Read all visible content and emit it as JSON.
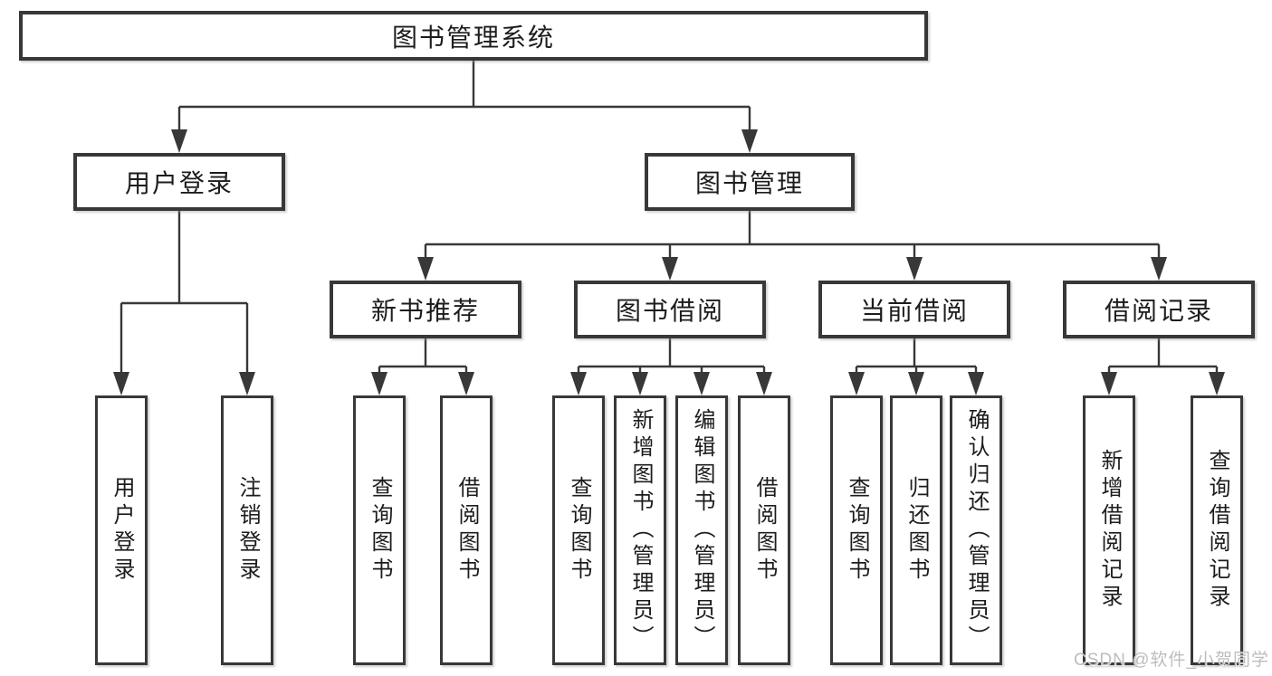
{
  "diagram": {
    "title": "图书管理系统",
    "type": "tree",
    "line_color": "#383838",
    "text_color": "#1c1c1c",
    "background": "#ffffff",
    "tree": {
      "label": "图书管理系统",
      "children": [
        {
          "label": "用户登录",
          "children": [
            {
              "label": "用户登录"
            },
            {
              "label": "注销登录"
            }
          ]
        },
        {
          "label": "图书管理",
          "children": [
            {
              "label": "新书推荐",
              "children": [
                {
                  "label": "查询图书"
                },
                {
                  "label": "借阅图书"
                }
              ]
            },
            {
              "label": "图书借阅",
              "children": [
                {
                  "label": "查询图书"
                },
                {
                  "label": "新增图书（管理员）"
                },
                {
                  "label": "编辑图书（管理员）"
                },
                {
                  "label": "借阅图书"
                }
              ]
            },
            {
              "label": "当前借阅",
              "children": [
                {
                  "label": "查询图书"
                },
                {
                  "label": "归还图书"
                },
                {
                  "label": "确认归还（管理员）"
                }
              ]
            },
            {
              "label": "借阅记录",
              "children": [
                {
                  "label": "新增借阅记录"
                },
                {
                  "label": "查询借阅记录"
                }
              ]
            }
          ]
        }
      ]
    }
  },
  "watermark": {
    "text": "CSDN @软件_小贺同学",
    "color": "#bdbdbd"
  }
}
